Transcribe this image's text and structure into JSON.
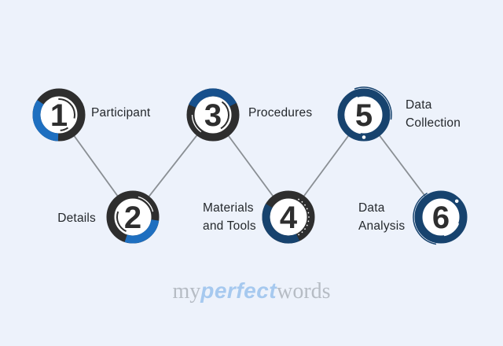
{
  "background": "#edf2fb",
  "colors": {
    "ring_dark": "#2e2e2e",
    "bright_blue": "#1e6fc0",
    "medium_blue": "#17508c",
    "navy": "#17436e",
    "connector_gray": "#8a8f94",
    "label_text": "#24282c",
    "number_text": "#2e2e2e",
    "logo_gray": "#b6bcc4",
    "logo_blue": "#a6c9ef"
  },
  "steps": [
    {
      "number": "1",
      "label_line1": "Participant",
      "label_line2": ""
    },
    {
      "number": "2",
      "label_line1": "Details",
      "label_line2": ""
    },
    {
      "number": "3",
      "label_line1": "Procedures",
      "label_line2": ""
    },
    {
      "number": "4",
      "label_line1": "Materials",
      "label_line2": "and Tools"
    },
    {
      "number": "5",
      "label_line1": "Data",
      "label_line2": "Collection"
    },
    {
      "number": "6",
      "label_line1": "Data",
      "label_line2": "Analysis"
    }
  ],
  "logo": {
    "part1": "my",
    "part2": "perfect",
    "part3": "words"
  }
}
